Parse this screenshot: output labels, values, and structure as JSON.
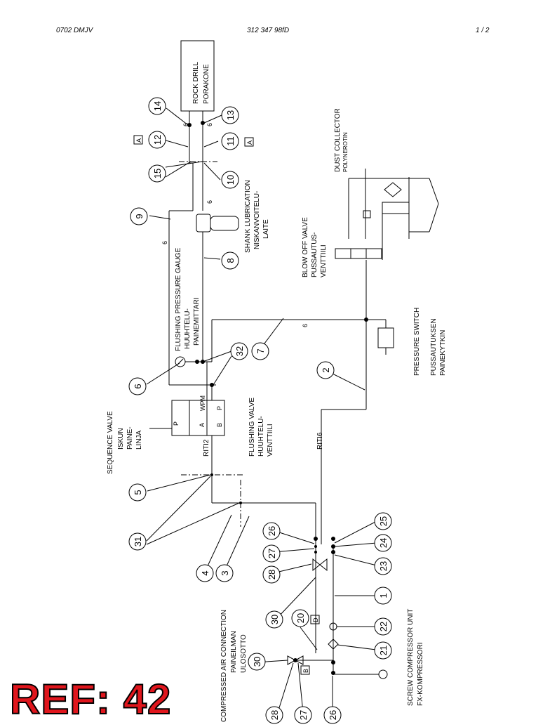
{
  "header": {
    "left": "0702 DMJV",
    "center": "312 347 98fD",
    "right": "1 /  2"
  },
  "ref_label": "REF: 42",
  "labels": {
    "rock_drill": [
      "ROCK DRILL",
      "PORAKONE"
    ],
    "shank_lubrication": [
      "SHANK LUBRICATION",
      "NISKANVOITELU-",
      "LAITE"
    ],
    "flushing_gauge": [
      "FLUSHING PRESSURE GAUGE",
      "HUUHTELU-",
      "PAINEMITTARI"
    ],
    "dust_collector": [
      "DUST COLLECTOR",
      "POLYNEROTIN"
    ],
    "blow_off_valve": [
      "BLOW OFF VALVE",
      "PUSSAUTUS-",
      "VENTTIILI"
    ],
    "pressure_switch": [
      "PRESSURE SWITCH",
      "PUSSAUTUKSEN",
      "PAINEKYTKIN"
    ],
    "sequence_valve": [
      "SEQUENCE VALVE",
      "ISKUN",
      "PAINE-",
      "LINJA"
    ],
    "flushing_valve": [
      "FLUSHING VALVE",
      "HUUHTELU-",
      "VENTTIILI"
    ],
    "compressed_air": [
      "COMPRESSED AIR CONNECTION",
      "PAINEILMAN",
      "ULOSOTTO"
    ],
    "screw_compressor": [
      "SCREW COMPRESSOR UNIT",
      "FX-KOMPRESSORI"
    ],
    "riti2": "RITI2",
    "riti6": "RITI6",
    "hose_size": "6",
    "box_a": "A",
    "box_b": "B",
    "box_d": "D",
    "valve_ports": {
      "p": "P",
      "a": "A",
      "b": "B",
      "wpm": "WPM"
    }
  },
  "callouts": [
    "14",
    "13",
    "12",
    "11",
    "15",
    "10",
    "9",
    "8",
    "6",
    "32",
    "7",
    "2",
    "5",
    "31",
    "4",
    "3",
    "26",
    "27",
    "28",
    "25",
    "24",
    "23",
    "1",
    "30",
    "20",
    "22",
    "21"
  ]
}
